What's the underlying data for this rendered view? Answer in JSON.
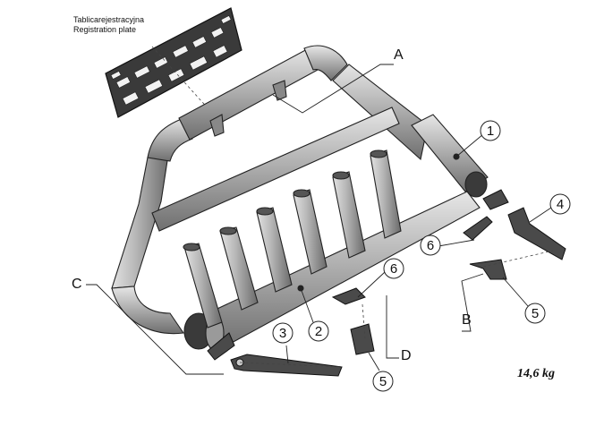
{
  "plate_label": {
    "line1": "Tablicarejestracyjna",
    "line2": "Registration plate"
  },
  "letter_labels": {
    "A": "A",
    "B": "B",
    "C": "C",
    "D": "D"
  },
  "part_numbers": {
    "p1": "1",
    "p2": "2",
    "p3": "3",
    "p4": "4",
    "p5a": "5",
    "p5b": "5",
    "p6a": "6",
    "p6b": "6"
  },
  "weight": "14,6 kg"
}
